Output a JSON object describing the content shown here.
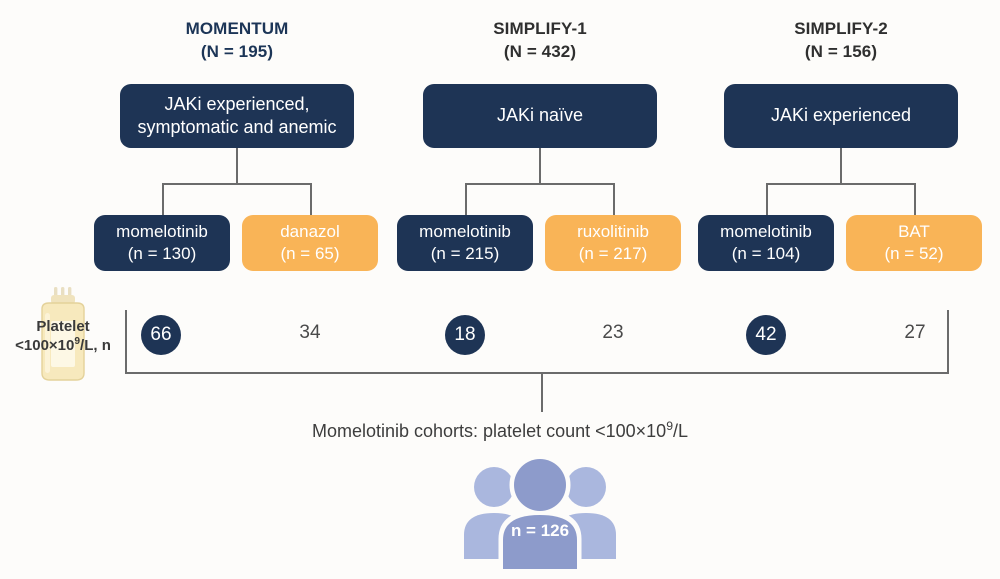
{
  "colors": {
    "navy": "#1e3455",
    "navy_text": "#1c3557",
    "orange": "#f9b457",
    "background": "#fdfcfa",
    "line": "#6b6b6b",
    "people_light": "#a9b6dd",
    "people_dark": "#8090c4",
    "bottle_fill": "#f5e6b8"
  },
  "studies": [
    {
      "name": "MOMENTUM",
      "n_label": "(N = 195)",
      "title_color": "navy"
    },
    {
      "name": "SIMPLIFY-1",
      "n_label": "(N = 432)",
      "title_color": "dark"
    },
    {
      "name": "SIMPLIFY-2",
      "n_label": "(N = 156)",
      "title_color": "dark"
    }
  ],
  "cohorts": [
    {
      "line1": "JAKi experienced,",
      "line2": "symptomatic and anemic"
    },
    {
      "line1": "JAKi naïve",
      "line2": ""
    },
    {
      "line1": "JAKi experienced",
      "line2": ""
    }
  ],
  "arms": [
    {
      "drug": "momelotinib",
      "n_label": "(n = 130)",
      "color": "navy",
      "study": "MOMENTUM"
    },
    {
      "drug": "danazol",
      "n_label": "(n = 65)",
      "color": "orange",
      "study": "MOMENTUM"
    },
    {
      "drug": "momelotinib",
      "n_label": "(n = 215)",
      "color": "navy",
      "study": "SIMPLIFY-1"
    },
    {
      "drug": "ruxolitinib",
      "n_label": "(n = 217)",
      "color": "orange",
      "study": "SIMPLIFY-1"
    },
    {
      "drug": "momelotinib",
      "n_label": "(n = 104)",
      "color": "navy",
      "study": "SIMPLIFY-2"
    },
    {
      "drug": "BAT",
      "n_label": "(n = 52)",
      "color": "orange",
      "study": "SIMPLIFY-2"
    }
  ],
  "platelet_row": {
    "label_line1": "Platelet",
    "label_line2_prefix": "<100×10",
    "label_line2_sup": "9",
    "label_line2_suffix": "/L, n",
    "icon": "platelet-bottle-icon",
    "values": [
      {
        "value": "66",
        "highlighted": true
      },
      {
        "value": "34",
        "highlighted": false
      },
      {
        "value": "18",
        "highlighted": true
      },
      {
        "value": "23",
        "highlighted": false
      },
      {
        "value": "42",
        "highlighted": true
      },
      {
        "value": "27",
        "highlighted": false
      }
    ]
  },
  "summary": {
    "caption_prefix": "Momelotinib cohorts: platelet count <100×10",
    "caption_sup": "9",
    "caption_suffix": "/L",
    "total_label": "n = 126",
    "icon": "people-group-icon"
  }
}
